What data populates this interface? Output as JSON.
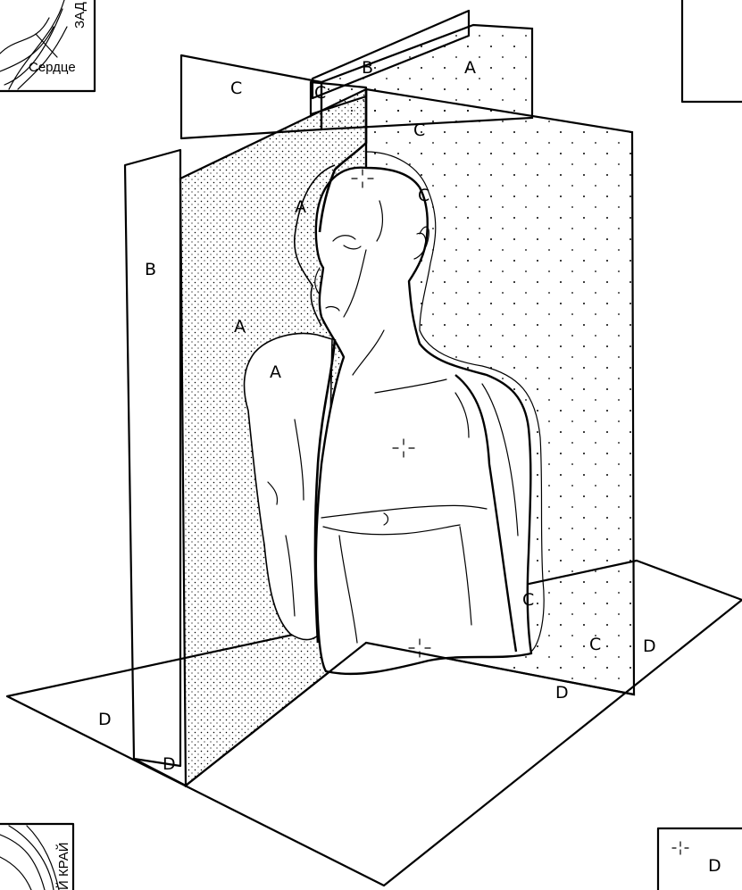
{
  "labels": {
    "heart": "Сердце",
    "back_fragment": "ЗАД",
    "edge_fragment": "Й КРАЙ",
    "corner_fragment": "D"
  },
  "plane_labels": {
    "coronal": "A",
    "sagittal": "B",
    "median": "C",
    "transverse": "D",
    "face_side": "C"
  }
}
